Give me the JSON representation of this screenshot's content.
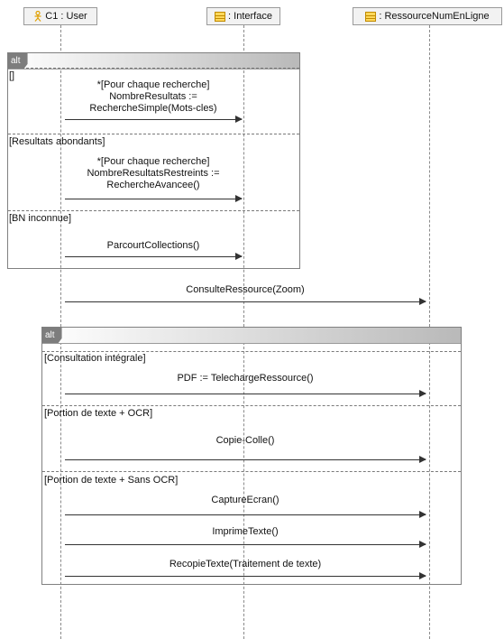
{
  "lifelines": {
    "user": {
      "label": "C1 : User",
      "icon": "actor-icon"
    },
    "interface": {
      "label": ": Interface",
      "icon": "class-icon"
    },
    "ressource": {
      "label": ": RessourceNumEnLigne",
      "icon": "class-icon"
    }
  },
  "fragment1": {
    "operator": "alt",
    "guards": [
      "[]",
      "[Resultats abondants]",
      "[BN inconnue]"
    ],
    "messages": [
      {
        "lines": [
          "*[Pour chaque recherche]",
          "NombreResultats :=",
          "RechercheSimple(Mots-cles)"
        ]
      },
      {
        "lines": [
          "*[Pour chaque recherche]",
          "NombreResultatsRestreints :=",
          "RechercheAvancee()"
        ]
      },
      {
        "lines": [
          "ParcourtCollections()"
        ]
      }
    ]
  },
  "consulte": {
    "label": "ConsulteRessource(Zoom)"
  },
  "fragment2": {
    "operator": "alt",
    "guards": [
      "[Consultation intégrale]",
      "[Portion de texte + OCR]",
      "[Portion de texte + Sans OCR]"
    ],
    "messages": [
      "PDF := TelechargeRessource()",
      "Copie-Colle()",
      "CaptureEcran()",
      "ImprimeTexte()",
      "RecopieTexte(Traitement de texte)"
    ]
  },
  "colors": {
    "class_icon": "#ffd85a",
    "actor_icon": "#e0a000",
    "fragment_tab": "#7d7d7d"
  }
}
